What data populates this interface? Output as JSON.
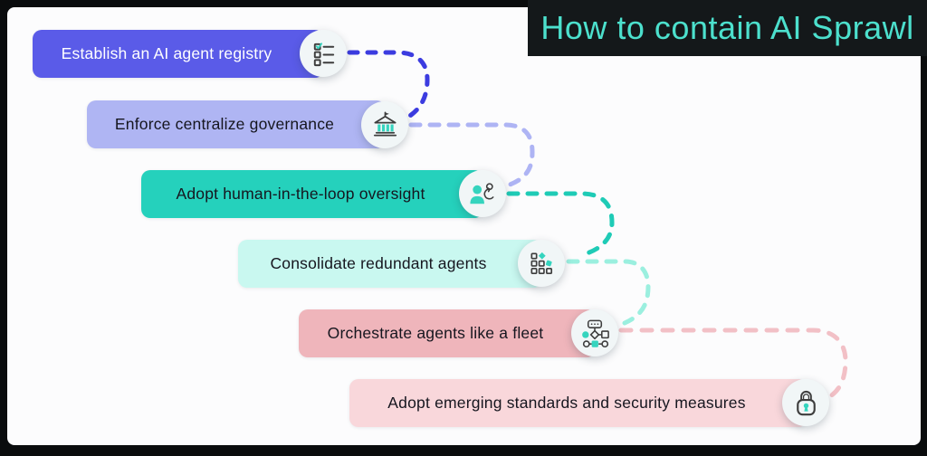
{
  "header": {
    "title": "How to contain AI Sprawl",
    "bg": "#14181a",
    "color": "#4CE0CD"
  },
  "steps": [
    {
      "label": "Establish an AI agent registry",
      "color": "#5A5BE8",
      "icon": "checklist-icon"
    },
    {
      "label": "Enforce centralize governance",
      "color": "#AFB5F3",
      "icon": "bank-icon"
    },
    {
      "label": "Adopt human-in-the-loop oversight",
      "color": "#25D1BC",
      "icon": "human-in-loop-icon"
    },
    {
      "label": "Consolidate redundant agents",
      "color": "#C9F8F0",
      "icon": "grid-agents-icon"
    },
    {
      "label": "Orchestrate agents like a fleet",
      "color": "#EFB5BB",
      "icon": "fleet-icon"
    },
    {
      "label": "Adopt emerging standards and security measures",
      "color": "#F9D7DB",
      "icon": "lock-icon"
    }
  ],
  "connectors": [
    {
      "from": "step-1",
      "to": "step-2",
      "color": "#3C3CE0"
    },
    {
      "from": "step-2",
      "to": "step-3",
      "color": "#AEB4F4"
    },
    {
      "from": "step-3",
      "to": "step-4",
      "color": "#1FCBB6"
    },
    {
      "from": "step-4",
      "to": "step-5",
      "color": "#9BEFDF"
    },
    {
      "from": "step-5",
      "to": "step-6",
      "color": "#F2C0C6"
    }
  ],
  "icon_accent": "#35D4BE",
  "icon_stroke": "#3D3D3D"
}
